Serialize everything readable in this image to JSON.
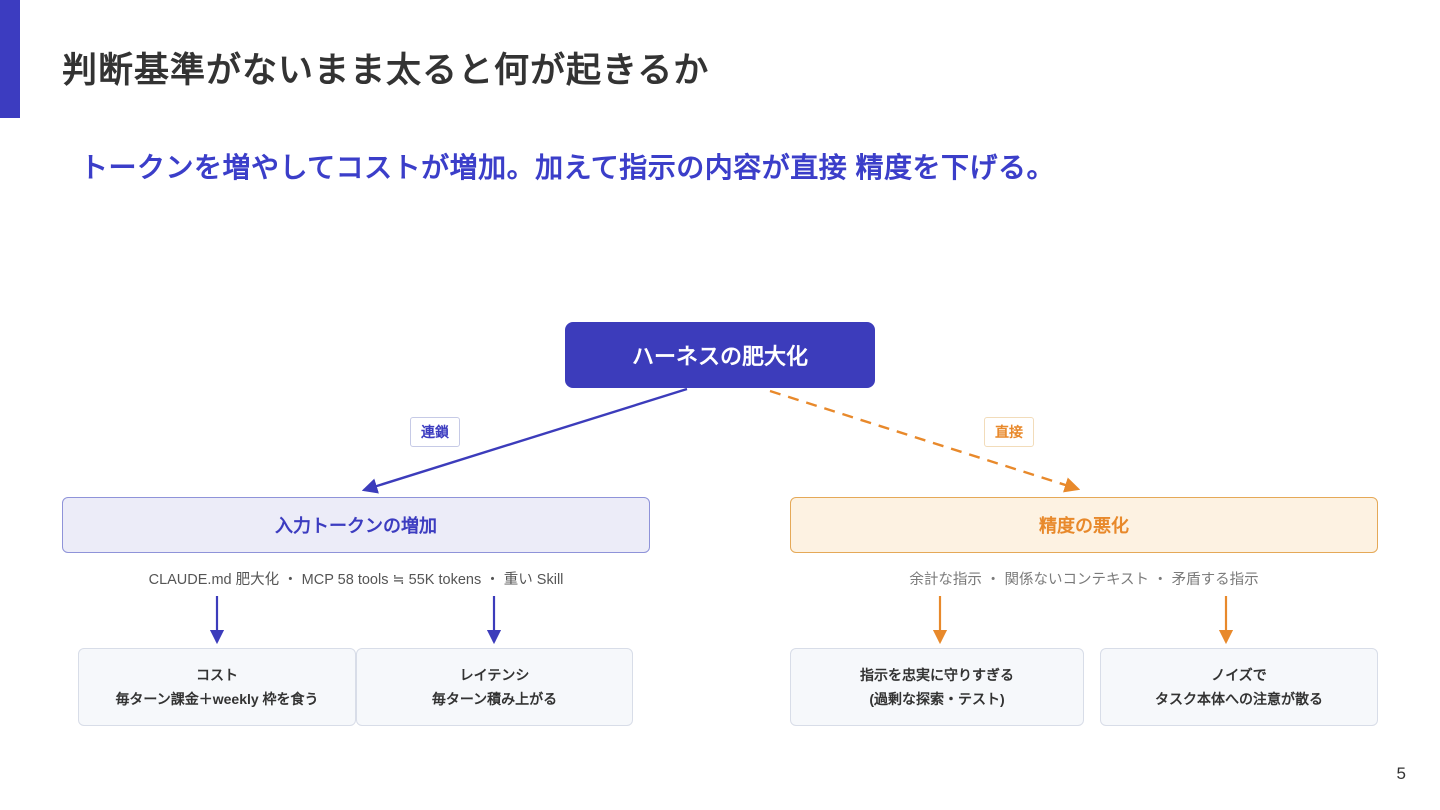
{
  "slide": {
    "title": "判断基準がないまま太ると何が起きるか",
    "subtitle": "トークンを増やしてコストが増加。加えて指示の内容が直接 精度を下げる。",
    "page_number": "5"
  },
  "diagram": {
    "root": {
      "label": "ハーネスの肥大化"
    },
    "edges": {
      "left_label": "連鎖",
      "right_label": "直接"
    },
    "left": {
      "box": "入力トークンの増加",
      "caption": "CLAUDE.md 肥大化 ・ MCP 58 tools ≒ 55K tokens ・ 重い Skill",
      "children": [
        {
          "title": "コスト",
          "desc": "毎ターン課金＋weekly 枠を食う"
        },
        {
          "title": "レイテンシ",
          "desc": "毎ターン積み上がる"
        }
      ]
    },
    "right": {
      "box": "精度の悪化",
      "caption": "余計な指示 ・ 関係ないコンテキスト ・ 矛盾する指示",
      "children": [
        {
          "title": "指示を忠実に守りすぎる",
          "desc": "(過剰な探索・テスト)"
        },
        {
          "title": "ノイズで",
          "desc": "タスク本体への注意が散る"
        }
      ]
    },
    "colors": {
      "indigo": "#3c3cc0",
      "orange": "#e8892b",
      "indigo_fill": "#ececf8",
      "orange_fill": "#fdf2e2",
      "leaf_fill": "#f6f8fb"
    }
  }
}
